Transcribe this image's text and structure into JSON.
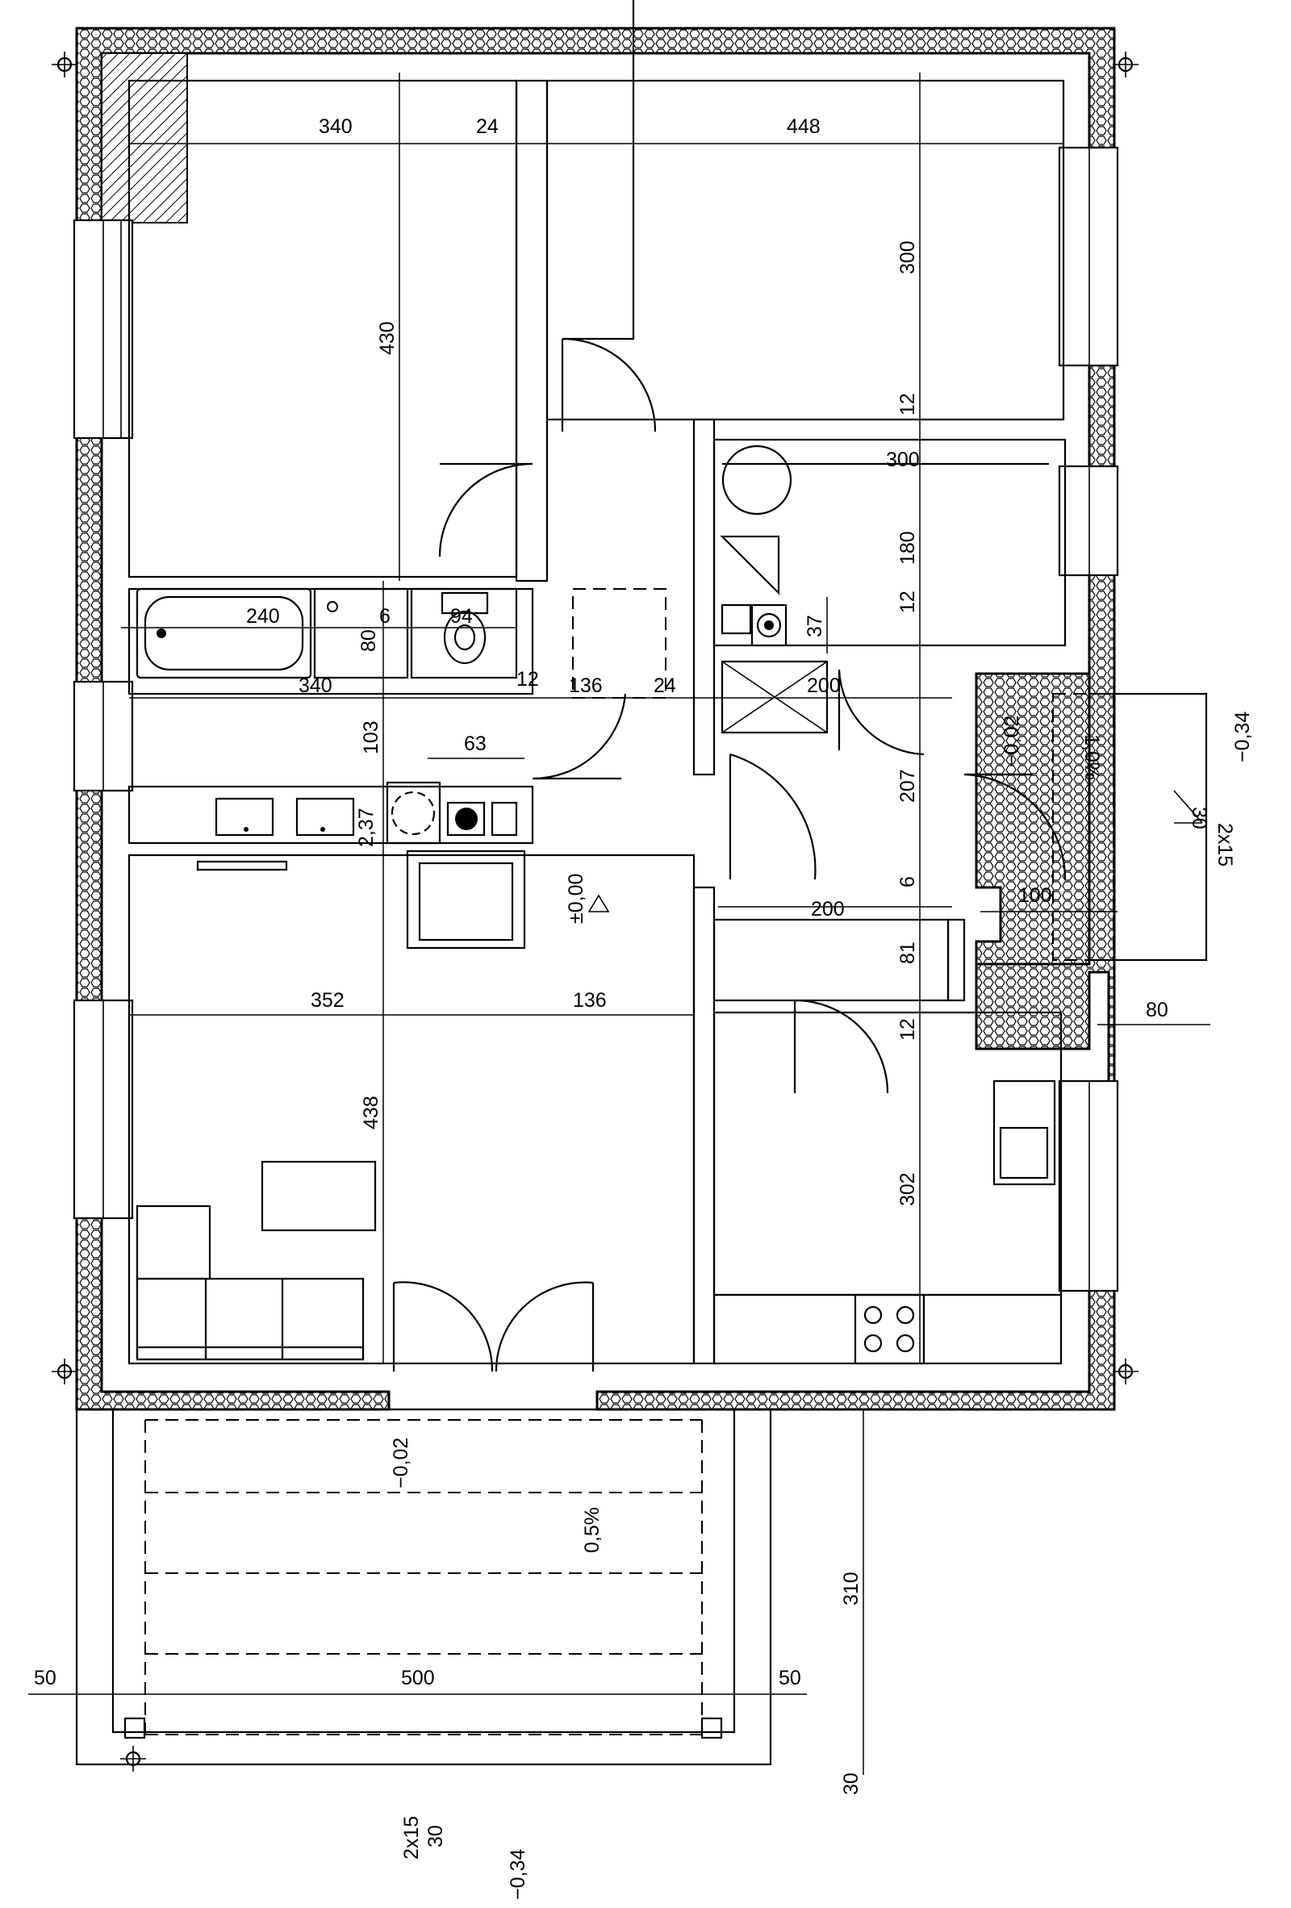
{
  "dimensions": {
    "d340_top": "340",
    "d24_top": "24",
    "d448": "448",
    "d430": "430",
    "d300_v": "300",
    "d12_a": "12",
    "d300_h": "300",
    "d180": "180",
    "d12_b": "12",
    "d37": "37",
    "d240": "240",
    "d6_bath": "6",
    "d94": "94",
    "d80_bath": "80",
    "d340_mid": "340",
    "d12_mid": "12",
    "d136_mid": "136",
    "d24_mid": "24",
    "d200_a": "200",
    "d103": "103",
    "d63": "63",
    "d207": "207",
    "d237": "2,37",
    "d6_hall": "6",
    "d200_b": "200",
    "d100": "100",
    "d81": "81",
    "d352": "352",
    "d136_low": "136",
    "d12_c": "12",
    "d80_right": "80",
    "d438": "438",
    "d302": "302",
    "d310": "310",
    "d50_left": "50",
    "d500": "500",
    "d50_right": "50",
    "d30": "30"
  },
  "levels": {
    "floor": "±0,00",
    "entry": "−0,02",
    "terrace": "−0,02",
    "outside_right": "−0,34",
    "outside_bottom": "−0,34"
  },
  "slopes": {
    "entry": "1,0%",
    "terrace": "0,5%"
  },
  "stairs": {
    "right_steps": "2x15",
    "right_tread": "30",
    "bottom_steps": "2x15",
    "bottom_tread": "30"
  }
}
